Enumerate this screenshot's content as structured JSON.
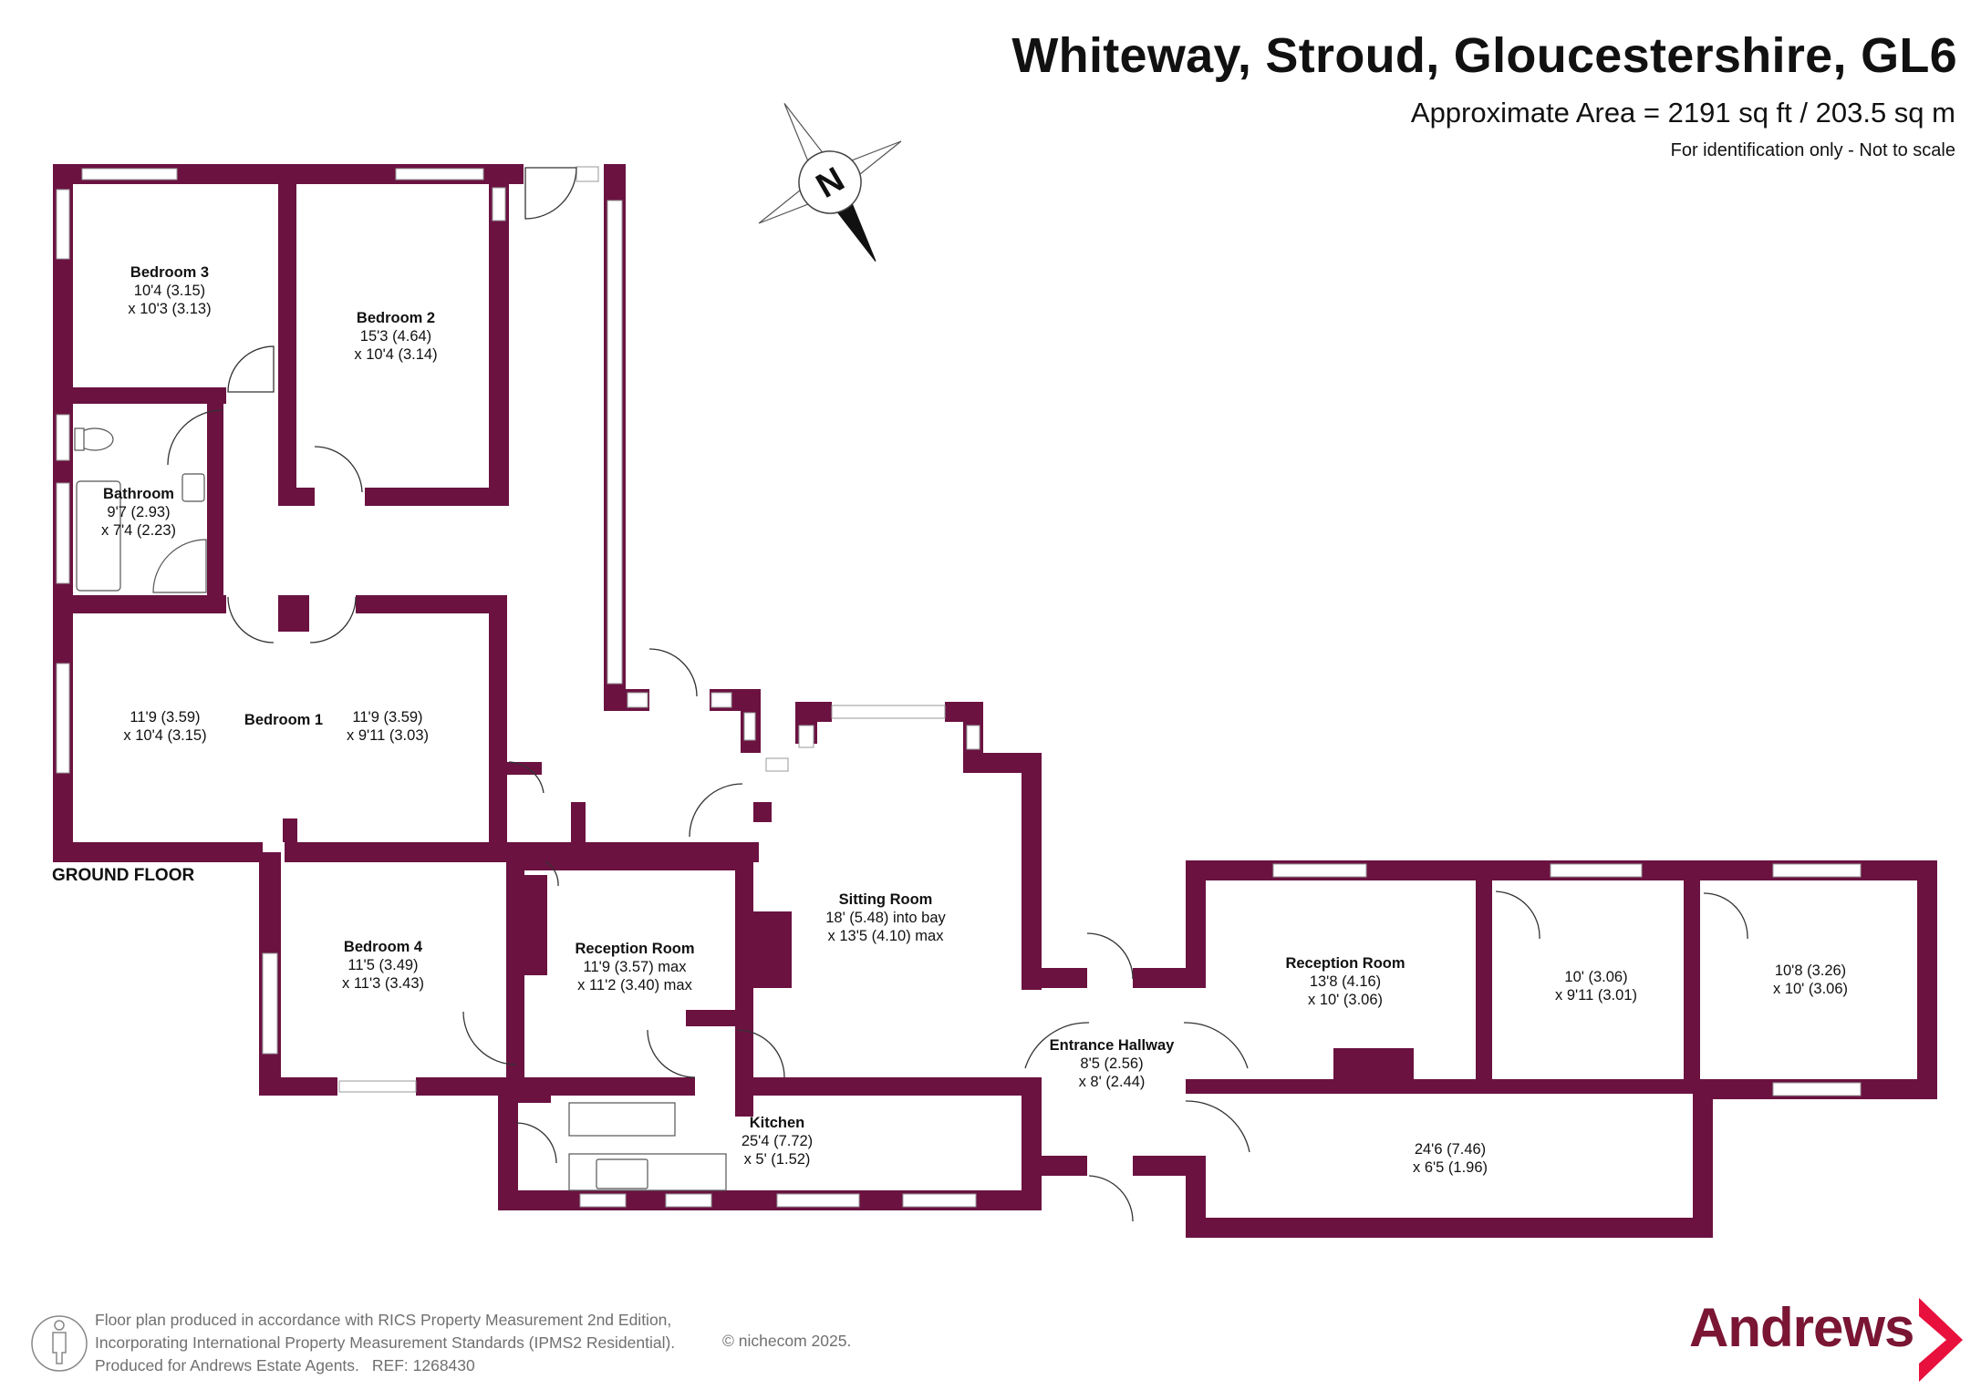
{
  "header": {
    "title": "Whiteway, Stroud, Gloucestershire, GL6",
    "area": "Approximate Area = 2191 sq ft / 203.5 sq m",
    "disclaimer": "For identification only - Not to scale"
  },
  "compass": {
    "letter": "N",
    "icon": "north-arrow-icon"
  },
  "floor_label": "GROUND FLOOR",
  "colors": {
    "wall": "#6b1241",
    "window": "#ffffff",
    "brand": "#7a1534",
    "brand_arrow": "#e8103c",
    "footer_text": "#707070"
  },
  "rooms": {
    "bedroom3": {
      "name": "Bedroom 3",
      "dim1": "10'4 (3.15)",
      "dim2": "x 10'3 (3.13)"
    },
    "bedroom2": {
      "name": "Bedroom 2",
      "dim1": "15'3 (4.64)",
      "dim2": "x 10'4 (3.14)"
    },
    "bathroom": {
      "name": "Bathroom",
      "dim1": "9'7 (2.93)",
      "dim2": "x 7'4 (2.23)"
    },
    "bedroom1": {
      "name": "Bedroom 1",
      "left_dim1": "11'9 (3.59)",
      "left_dim2": "x 10'4 (3.15)",
      "right_dim1": "11'9 (3.59)",
      "right_dim2": "x 9'11 (3.03)"
    },
    "bedroom4": {
      "name": "Bedroom 4",
      "dim1": "11'5 (3.49)",
      "dim2": "x 11'3 (3.43)"
    },
    "reception1": {
      "name": "Reception Room",
      "dim1": "11'9 (3.57) max",
      "dim2": "x 11'2 (3.40) max"
    },
    "sitting": {
      "name": "Sitting Room",
      "dim1": "18' (5.48) into bay",
      "dim2": "x 13'5 (4.10) max"
    },
    "kitchen": {
      "name": "Kitchen",
      "dim1": "25'4 (7.72)",
      "dim2": "x 5' (1.52)"
    },
    "hallway": {
      "name": "Entrance Hallway",
      "dim1": "8'5 (2.56)",
      "dim2": "x 8' (2.44)"
    },
    "reception2": {
      "name": "Reception Room",
      "dim1": "13'8 (4.16)",
      "dim2": "x 10' (3.06)"
    },
    "room_a": {
      "dim1": "10' (3.06)",
      "dim2": "x 9'11 (3.01)"
    },
    "room_b": {
      "dim1": "10'8 (3.26)",
      "dim2": "x 10' (3.06)"
    },
    "room_c": {
      "dim1": "24'6 (7.46)",
      "dim2": "x 6'5 (1.96)"
    }
  },
  "footer": {
    "line1": "Floor plan produced in accordance with RICS Property Measurement 2nd Edition,",
    "line2": "Incorporating International Property Measurement Standards (IPMS2 Residential).",
    "line3": "Produced for Andrews Estate Agents.",
    "ref": "REF:  1268430",
    "copyright": "© nichecom 2025."
  },
  "brand": {
    "name": "Andrews"
  }
}
